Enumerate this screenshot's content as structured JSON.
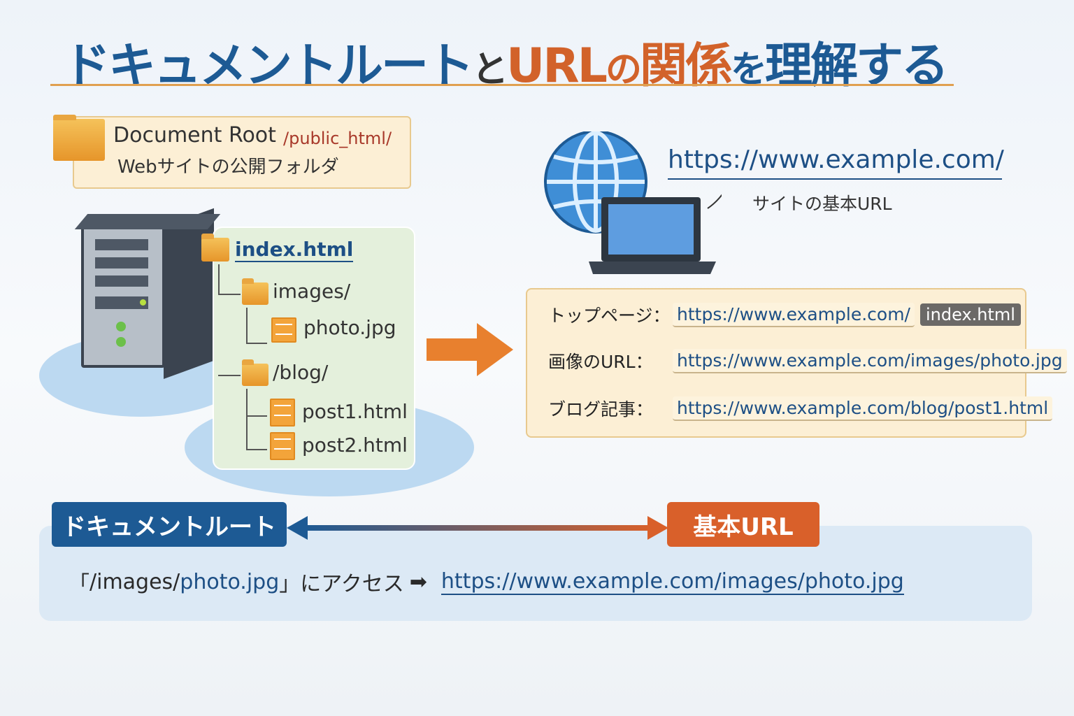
{
  "title": {
    "part1": "ドキュメントルート",
    "part2": "と",
    "part3": "URL",
    "part4": "の",
    "part5": "関係",
    "part6": "を",
    "part7": "理解する"
  },
  "docroot": {
    "label": "Document Root",
    "path": "/public_html/",
    "description": "Webサイトの公開フォルダ"
  },
  "tree": {
    "index": "index.html",
    "images": "images/",
    "photo": "photo.jpg",
    "blog": "/blog/",
    "post1": "post1.html",
    "post2": "post2.html"
  },
  "site": {
    "url": "https://www.example.com/",
    "caption": "サイトの基本URL"
  },
  "mapping": [
    {
      "label": "トップページ：",
      "url": "https://www.example.com/",
      "badge": "index.html"
    },
    {
      "label": "画像のURL：",
      "url": "https://www.example.com/images/photo.jpg"
    },
    {
      "label": "ブログ記事：",
      "url": "https://www.example.com/blog/post1.html"
    }
  ],
  "bottom": {
    "docroot_tag": "ドキュメントルート",
    "baseurl_tag": "基本URL",
    "open_bracket": "「",
    "path_prefix": "/images/",
    "path_file": "photo.jpg",
    "close_bracket": "」にアクセス",
    "arrow": "➡",
    "result_url": "https://www.example.com/images/photo.jpg"
  },
  "colors": {
    "blue": "#1d5a94",
    "orange": "#d2622a",
    "cream": "#fcefd5"
  }
}
